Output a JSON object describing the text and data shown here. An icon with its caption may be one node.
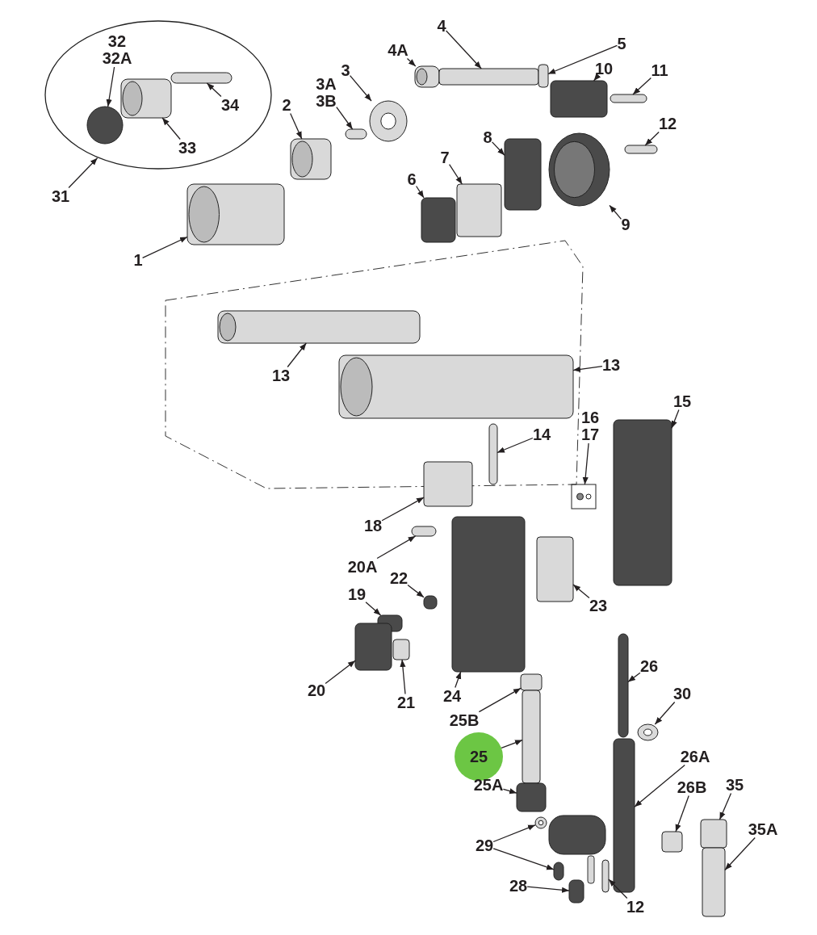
{
  "diagram": {
    "nodes": [
      {
        "text": [],
        "shape": "ellipse"
      },
      {
        "text": [
          "32",
          "32A"
        ],
        "in": 0
      },
      {
        "text": [],
        "shape": "circle",
        "in": 0
      },
      {
        "text": [
          "34"
        ],
        "in": 0
      },
      {
        "text": [],
        "shape": "bar",
        "in": 0
      },
      {
        "text": [
          "33"
        ],
        "in": 0
      },
      {
        "text": [],
        "shape": "cylinder",
        "in": 0
      },
      {
        "text": [
          "31"
        ]
      },
      {
        "text": [
          "2"
        ]
      },
      {
        "text": [],
        "shape": "cylinder"
      },
      {
        "text": [
          "3A",
          "3B"
        ]
      },
      {
        "text": [],
        "shape": "bar"
      },
      {
        "text": [
          "3"
        ]
      },
      {
        "text": [],
        "shape": "circle"
      },
      {
        "text": [
          "4A"
        ]
      },
      {
        "text": [],
        "shape": "cylinder"
      },
      {
        "text": [
          "4"
        ]
      },
      {
        "text": [],
        "shape": "box"
      },
      {
        "text": [
          "5"
        ]
      },
      {
        "text": [],
        "shape": "box"
      },
      {
        "text": [
          "10"
        ]
      },
      {
        "text": [],
        "shape": "box"
      },
      {
        "text": [
          "11"
        ]
      },
      {
        "text": [],
        "shape": "bar"
      },
      {
        "text": [
          "12"
        ]
      },
      {
        "text": [],
        "shape": "bar"
      },
      {
        "text": [
          "8"
        ]
      },
      {
        "text": [],
        "shape": "box"
      },
      {
        "text": [
          "7"
        ]
      },
      {
        "text": [],
        "shape": "box"
      },
      {
        "text": [
          "6"
        ]
      },
      {
        "text": [],
        "shape": "box"
      },
      {
        "text": [
          "9"
        ]
      },
      {
        "text": [],
        "shape": "circle"
      },
      {
        "text": [
          "1"
        ]
      },
      {
        "text": [],
        "shape": "cylinder"
      },
      {
        "text": [
          "13"
        ]
      },
      {
        "text": [],
        "shape": "cylinder"
      },
      {
        "text": [
          "13"
        ]
      },
      {
        "text": [],
        "shape": "cylinder"
      },
      {
        "text": [
          "14"
        ]
      },
      {
        "text": [],
        "shape": "bar"
      },
      {
        "text": [
          "16",
          "17"
        ]
      },
      {
        "text": [],
        "shape": "box"
      },
      {
        "text": [
          "15"
        ]
      },
      {
        "text": [],
        "shape": "box"
      },
      {
        "text": [
          "18"
        ]
      },
      {
        "text": [],
        "shape": "box"
      },
      {
        "text": [
          "20A"
        ]
      },
      {
        "text": [],
        "shape": "bar"
      },
      {
        "text": [
          "22"
        ]
      },
      {
        "text": [],
        "shape": "box"
      },
      {
        "text": [
          "19"
        ]
      },
      {
        "text": [],
        "shape": "box"
      },
      {
        "text": [
          "23"
        ]
      },
      {
        "text": [],
        "shape": "box"
      },
      {
        "text": [
          "20"
        ]
      },
      {
        "text": [],
        "shape": "box"
      },
      {
        "text": [
          "21"
        ]
      },
      {
        "text": [],
        "shape": "box"
      },
      {
        "text": [
          "24"
        ]
      },
      {
        "text": [],
        "shape": "box"
      },
      {
        "text": [
          "26"
        ]
      },
      {
        "text": [],
        "shape": "box"
      },
      {
        "text": [
          "30"
        ]
      },
      {
        "text": [],
        "shape": "circle"
      },
      {
        "text": [
          "25B"
        ]
      },
      {
        "text": [],
        "shape": "box"
      },
      {
        "text": [
          "25"
        ]
      },
      {
        "text": [],
        "shape": "box"
      },
      {
        "text": [
          "26A"
        ]
      },
      {
        "text": [],
        "shape": "box"
      },
      {
        "text": [
          "25A"
        ]
      },
      {
        "text": [],
        "shape": "box"
      },
      {
        "text": [
          "26B"
        ]
      },
      {
        "text": [],
        "shape": "box"
      },
      {
        "text": [
          "35"
        ]
      },
      {
        "text": [],
        "shape": "box"
      },
      {
        "text": [
          "35A"
        ]
      },
      {
        "text": [],
        "shape": "box"
      },
      {
        "text": [
          "29"
        ]
      },
      {
        "text": [],
        "shape": "circle"
      },
      {
        "text": [],
        "shape": "box"
      },
      {
        "text": [
          "28"
        ]
      },
      {
        "text": [],
        "shape": "box"
      },
      {
        "text": [
          "12"
        ]
      },
      {
        "text": [],
        "shape": "bar"
      }
    ],
    "edges": [
      {
        "from": 1,
        "to": 2,
        "arrow": "to"
      },
      {
        "from": 3,
        "to": 4,
        "arrow": "to"
      },
      {
        "from": 5,
        "to": 6,
        "arrow": "to"
      },
      {
        "from": 7,
        "to": 0,
        "arrow": "to"
      },
      {
        "from": 8,
        "to": 9,
        "arrow": "to"
      },
      {
        "from": 10,
        "to": 11,
        "arrow": "to"
      },
      {
        "from": 12,
        "to": 13,
        "arrow": "to"
      },
      {
        "from": 14,
        "to": 15,
        "arrow": "to"
      },
      {
        "from": 16,
        "to": 17,
        "arrow": "to"
      },
      {
        "from": 18,
        "to": 19,
        "arrow": "to"
      },
      {
        "from": 20,
        "to": 21,
        "arrow": "to"
      },
      {
        "from": 22,
        "to": 23,
        "arrow": "to"
      },
      {
        "from": 24,
        "to": 25,
        "arrow": "to"
      },
      {
        "from": 26,
        "to": 27,
        "arrow": "to"
      },
      {
        "from": 28,
        "to": 29,
        "arrow": "to"
      },
      {
        "from": 30,
        "to": 31,
        "arrow": "to"
      },
      {
        "from": 32,
        "to": 33,
        "arrow": "to"
      },
      {
        "from": 34,
        "to": 35,
        "arrow": "to"
      },
      {
        "from": 36,
        "to": 37,
        "arrow": "to"
      },
      {
        "from": 38,
        "to": 39,
        "arrow": "to"
      },
      {
        "from": 40,
        "to": 41,
        "arrow": "to"
      },
      {
        "from": 42,
        "to": 43,
        "arrow": "to"
      },
      {
        "from": 44,
        "to": 45,
        "arrow": "to"
      },
      {
        "from": 46,
        "to": 47,
        "arrow": "to"
      },
      {
        "from": 48,
        "to": 49,
        "arrow": "to"
      },
      {
        "from": 50,
        "to": 51,
        "arrow": "to"
      },
      {
        "from": 52,
        "to": 53,
        "arrow": "to"
      },
      {
        "from": 54,
        "to": 55,
        "arrow": "to"
      },
      {
        "from": 56,
        "to": 57,
        "arrow": "to"
      },
      {
        "from": 58,
        "to": 59,
        "arrow": "to"
      },
      {
        "from": 60,
        "to": 61,
        "arrow": "to"
      },
      {
        "from": 62,
        "to": 63,
        "arrow": "to"
      },
      {
        "from": 64,
        "to": 65,
        "arrow": "to"
      },
      {
        "from": 66,
        "to": 67,
        "arrow": "to"
      },
      {
        "from": 68,
        "to": 69,
        "arrow": "to"
      },
      {
        "from": 70,
        "to": 71,
        "arrow": "to"
      },
      {
        "from": 72,
        "to": 73,
        "arrow": "to"
      },
      {
        "from": 74,
        "to": 75,
        "arrow": "to"
      },
      {
        "from": 76,
        "to": 77,
        "arrow": "to"
      },
      {
        "from": 78,
        "to": 79,
        "arrow": "to"
      },
      {
        "from": 80,
        "to": 81,
        "arrow": "to"
      },
      {
        "from": 80,
        "to": 82,
        "arrow": "to"
      },
      {
        "from": 83,
        "to": 84,
        "arrow": "to"
      },
      {
        "from": 85,
        "to": 86,
        "arrow": "to"
      }
    ]
  }
}
